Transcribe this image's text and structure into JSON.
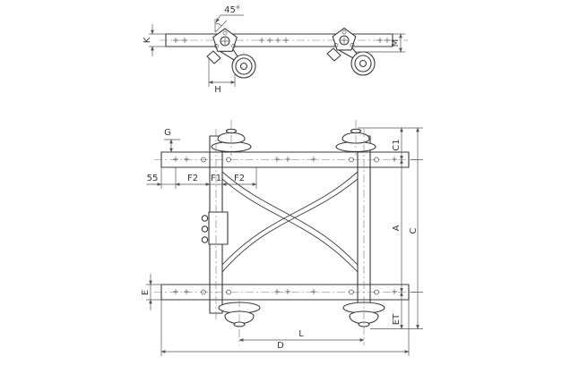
{
  "drawing": {
    "background": "#ffffff",
    "line_color": "#3a3a3a",
    "side_view": {
      "angle_label": "45°",
      "dim_k": "K",
      "dim_m": "M",
      "dim_h": "H"
    },
    "plan_view": {
      "dim_g": "G",
      "dim_55": "55",
      "dim_f2_left": "F2",
      "dim_f1": "F1",
      "dim_f2_right": "F2",
      "dim_c1": "C1",
      "dim_a": "A",
      "dim_c": "C",
      "dim_e": "E",
      "dim_et": "ET",
      "dim_l": "L",
      "dim_d": "D"
    }
  }
}
